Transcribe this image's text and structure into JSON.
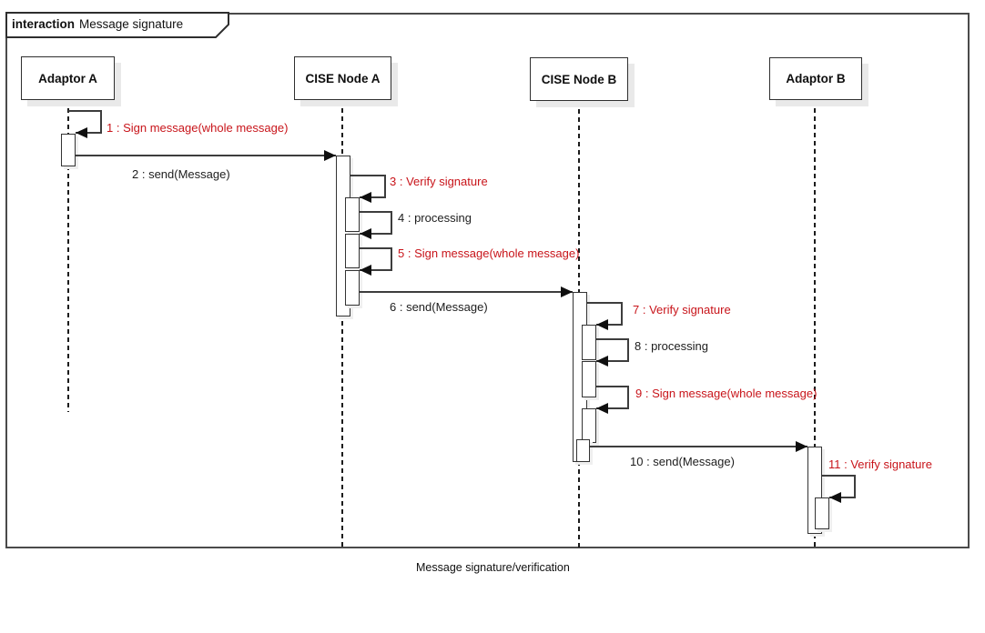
{
  "frame": {
    "keyword": "interaction",
    "title": "Message signature"
  },
  "caption": "Message signature/verification",
  "participants": [
    {
      "label": "Adaptor A"
    },
    {
      "label": "CISE Node A"
    },
    {
      "label": "CISE Node B"
    },
    {
      "label": "Adaptor B"
    }
  ],
  "messages": [
    {
      "label": "1 : Sign message(whole message)",
      "type": "self",
      "from": "Adaptor A",
      "to": "Adaptor A",
      "color": "red"
    },
    {
      "label": "2 : send(Message)",
      "type": "call",
      "from": "Adaptor A",
      "to": "CISE Node A",
      "color": "black"
    },
    {
      "label": "3 : Verify signature",
      "type": "self",
      "from": "CISE Node A",
      "to": "CISE Node A",
      "color": "red"
    },
    {
      "label": "4 : processing",
      "type": "self",
      "from": "CISE Node A",
      "to": "CISE Node A",
      "color": "black"
    },
    {
      "label": "5 : Sign message(whole message)",
      "type": "self",
      "from": "CISE Node A",
      "to": "CISE Node A",
      "color": "red"
    },
    {
      "label": "6 : send(Message)",
      "type": "call",
      "from": "CISE Node A",
      "to": "CISE Node B",
      "color": "black"
    },
    {
      "label": "7 : Verify signature",
      "type": "self",
      "from": "CISE Node B",
      "to": "CISE Node B",
      "color": "red"
    },
    {
      "label": "8 : processing",
      "type": "self",
      "from": "CISE Node B",
      "to": "CISE Node B",
      "color": "black"
    },
    {
      "label": "9 : Sign message(whole message)",
      "type": "self",
      "from": "CISE Node B",
      "to": "CISE Node B",
      "color": "red"
    },
    {
      "label": "10 : send(Message)",
      "type": "call",
      "from": "CISE Node B",
      "to": "Adaptor B",
      "color": "black"
    },
    {
      "label": "11 : Verify signature",
      "type": "self",
      "from": "Adaptor B",
      "to": "Adaptor B",
      "color": "red"
    }
  ],
  "colors": {
    "red_label": "#c8141a",
    "black_label": "#1d1d1d",
    "line": "#3d3d3d",
    "shadow": "#e9e9e9"
  }
}
